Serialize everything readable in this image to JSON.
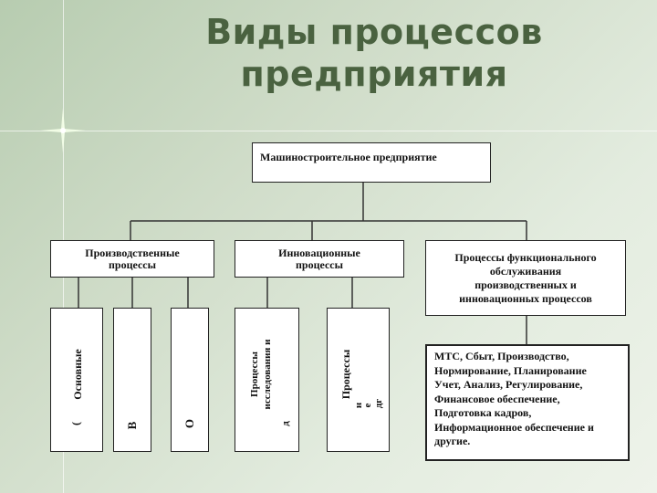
{
  "title": {
    "line1": "Виды процессов",
    "line2": "предприятия"
  },
  "diagram": {
    "root": "Машиностроительное предприятие",
    "production": {
      "label_line1": "Производственные",
      "label_line2": "процессы"
    },
    "innovation": {
      "label_line1": "Инновационные",
      "label_line2": "процессы"
    },
    "functional": {
      "line1": "Процессы функционального",
      "line2": "обслуживания",
      "line3": "производственных и",
      "line4": "инновационных процессов"
    },
    "production_children": {
      "c1_main": "Основные",
      "c1_extra": "(",
      "c2": "В",
      "c3": "О"
    },
    "innovation_children": {
      "c1_line1": "Процессы",
      "c1_line2": "исследования и",
      "c1_line3": "д",
      "c2_line1": "Процессы",
      "c2_line2": "н",
      "c2_line3": "е",
      "c2_line4": "дг"
    },
    "functional_list": {
      "line1": "МТС, Сбыт, Производство,",
      "line2": "Нормирование, Планирование",
      "line3": "Учет, Анализ, Регулирование,",
      "line4": "Финансовое обеспечение,",
      "line5": "Подготовка кадров,",
      "line6": "Информационное обеспечение и",
      "line7": "другие."
    }
  }
}
